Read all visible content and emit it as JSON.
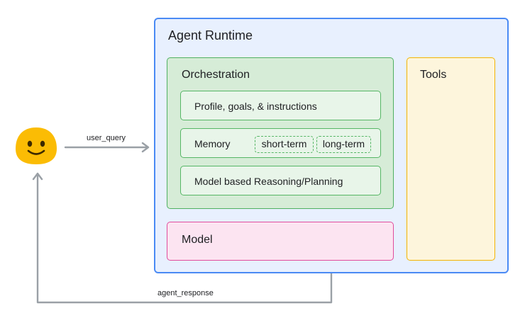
{
  "runtime": {
    "title": "Agent Runtime"
  },
  "orchestration": {
    "title": "Orchestration",
    "items": [
      {
        "label": "Profile, goals, & instructions"
      },
      {
        "label": "Memory",
        "tags": [
          "short-term",
          "long-term"
        ]
      },
      {
        "label": "Model based Reasoning/Planning"
      }
    ]
  },
  "model": {
    "title": "Model"
  },
  "tools": {
    "title": "Tools"
  },
  "edges": {
    "request": "user_query",
    "response": "agent_response"
  },
  "user": {
    "icon": "smiley-face-icon",
    "color": "#fbbc04"
  },
  "colors": {
    "runtime_border": "#4a8af4",
    "runtime_fill": "#e8f0fe",
    "orchestration_border": "#4fb061",
    "orchestration_fill": "#d6ecd7",
    "model_border": "#e04d9c",
    "model_fill": "#fce4f1",
    "tools_border": "#f4b400",
    "tools_fill": "#fdf5dc",
    "arrow": "#9aa0a6"
  }
}
